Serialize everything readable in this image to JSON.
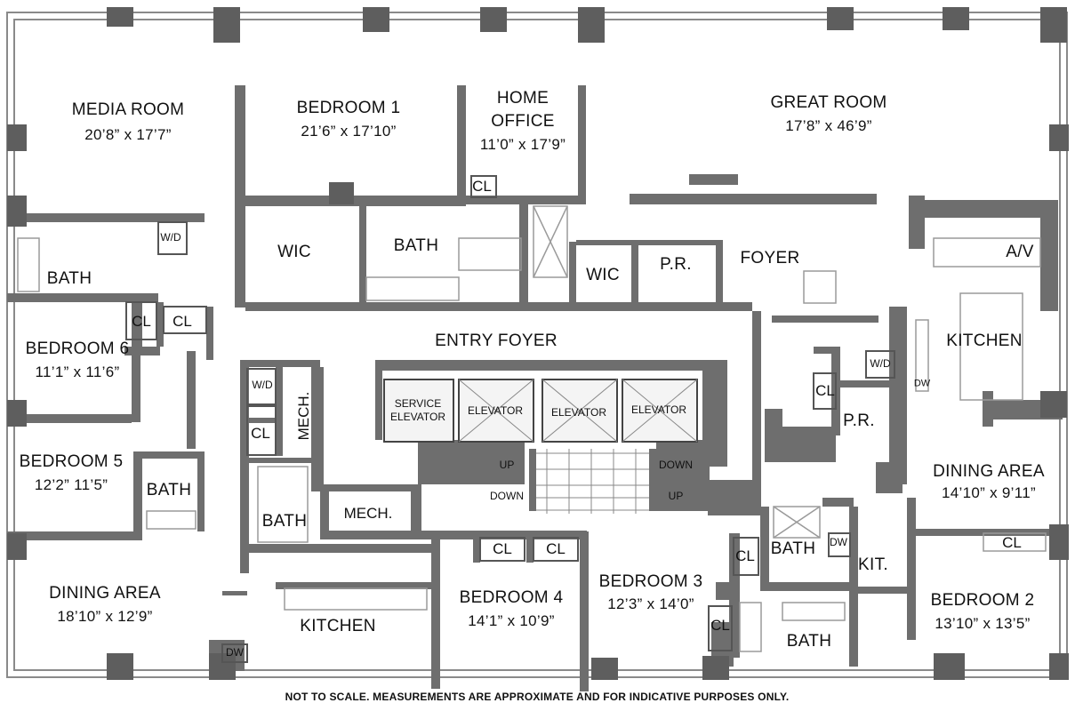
{
  "rooms": {
    "media_room": {
      "name": "MEDIA ROOM",
      "dims": "20’8” x 17’7”"
    },
    "bedroom_1": {
      "name": "BEDROOM 1",
      "dims": "21’6” x 17’10”"
    },
    "home_office": {
      "name_line1": "HOME",
      "name_line2": "OFFICE",
      "dims": "11’0” x 17’9”"
    },
    "great_room": {
      "name": "GREAT ROOM",
      "dims": "17’8” x 46’9”"
    },
    "bedroom_6": {
      "name": "BEDROOM 6",
      "dims": "11’1” x 11’6”"
    },
    "bedroom_5": {
      "name": "BEDROOM 5",
      "dims": "12’2” 11’5”"
    },
    "dining_area_west": {
      "name": "DINING AREA",
      "dims": "18’10” x 12’9”"
    },
    "bedroom_4": {
      "name": "BEDROOM 4",
      "dims": "14’1” x 10’9”"
    },
    "bedroom_3": {
      "name": "BEDROOM 3",
      "dims": "12’3” x 14’0”"
    },
    "bedroom_2": {
      "name": "BEDROOM 2",
      "dims": "13’10” x 13’5”"
    },
    "dining_area_east": {
      "name": "DINING AREA",
      "dims": "14’10” x 9’11”"
    }
  },
  "labels": {
    "wic": "WIC",
    "bath": "BATH",
    "cl": "CL",
    "wd": "W/D",
    "pr": "P.R.",
    "foyer": "FOYER",
    "entry_foyer": "ENTRY FOYER",
    "av": "A/V",
    "kitchen": "KITCHEN",
    "kit": "KIT.",
    "dw": "DW",
    "mech": "MECH.",
    "service_elevator_line1": "SERVICE",
    "service_elevator_line2": "ELEVATOR",
    "elevator": "ELEVATOR",
    "up": "UP",
    "down": "DOWN"
  },
  "footer_note": "NOT TO SCALE. MEASUREMENTS ARE APPROXIMATE AND FOR INDICATIVE PURPOSES ONLY.",
  "colors": {
    "wall": "#6e6e6e",
    "column": "#5e5e5e",
    "room_fill": "#ffffff",
    "closet_fill": "#f6f6f6",
    "outline": "#8a8a8a"
  }
}
